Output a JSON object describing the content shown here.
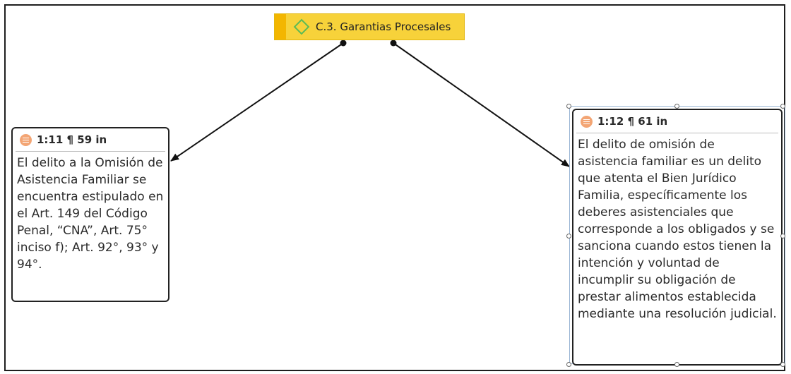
{
  "code": {
    "label": "C.3. Garantias Procesales",
    "icon": "diamond-code-icon",
    "colors": {
      "fill": "#f7d23a",
      "stripe": "#f3b600",
      "diamond": "#5dbb55"
    }
  },
  "quotes": [
    {
      "ref": "1:11 ¶ 59 in",
      "icon": "quotation-icon",
      "text": "El delito a la Omisión de Asistencia Familiar se encuentra estipulado en el Art. 149 del Código Penal, “CNA”, Art. 75° inciso f); Art. 92°, 93° y 94°."
    },
    {
      "ref": "1:12 ¶ 61 in",
      "icon": "quotation-icon",
      "text": "El delito de omisión de asistencia familiar es un delito que atenta el Bien Jurídico Familia, específicamente los deberes asistenciales que corresponde a los obligados y se sanciona cuando estos tienen la intención y voluntad de incumplir su obligación de prestar alimentos establecida mediante una resolución judicial."
    }
  ]
}
